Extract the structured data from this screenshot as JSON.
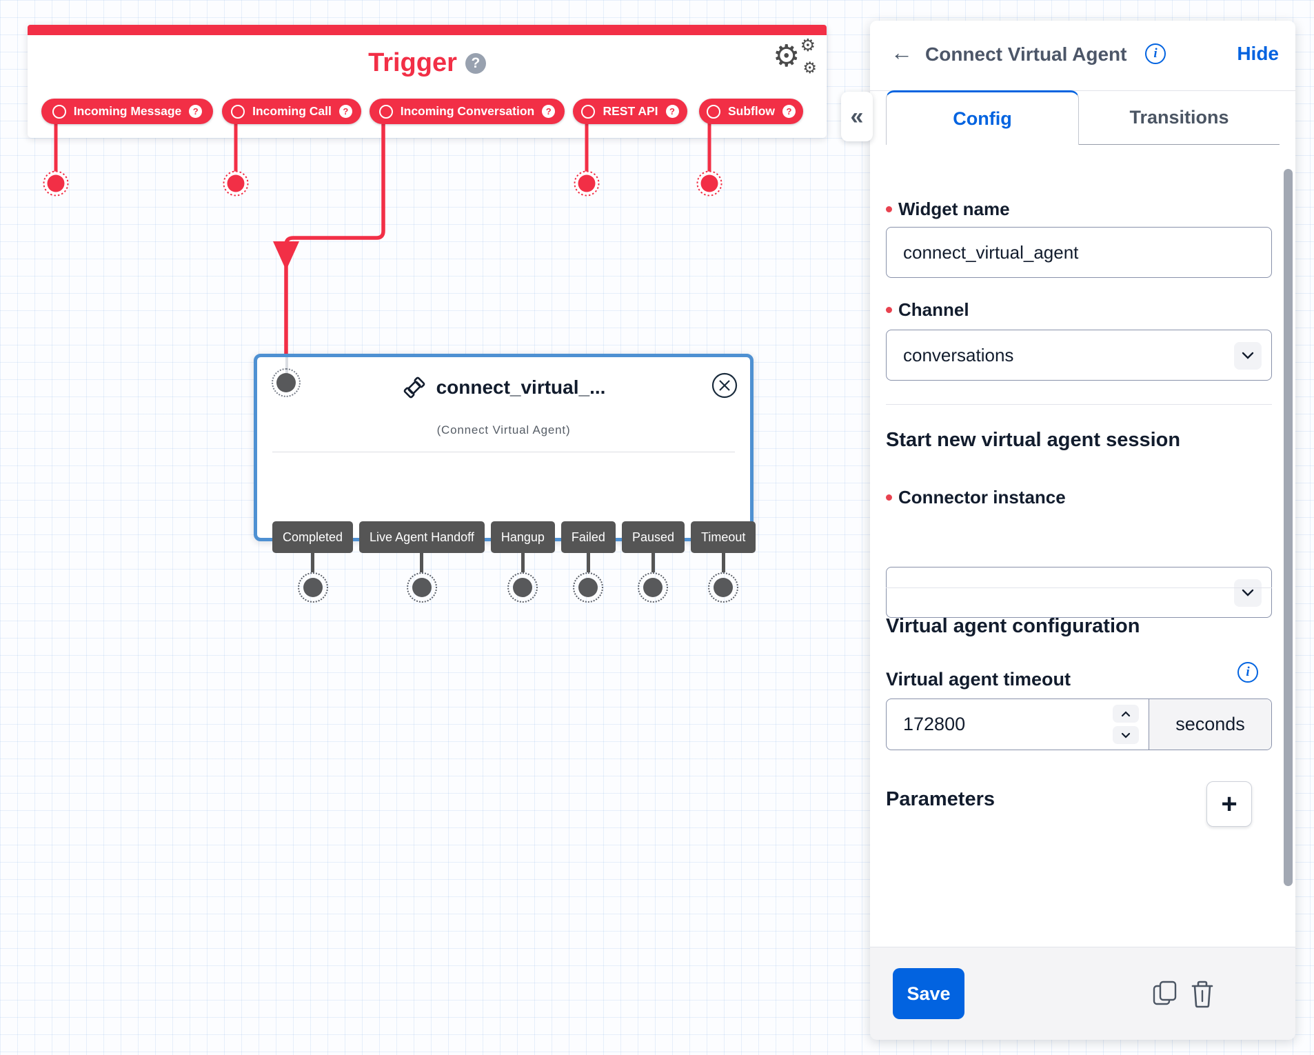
{
  "colors": {
    "brand_red": "#F22F46",
    "accent_blue": "#0263E0",
    "widget_selected_border": "#4E90D2",
    "chip_gray": "#555555"
  },
  "icons": {
    "settings_gear": "⚙",
    "collapse": "«",
    "back": "←",
    "help": "?",
    "info": "i",
    "plus": "+"
  },
  "canvas": {
    "trigger": {
      "title": "Trigger",
      "pills": [
        {
          "label": "Incoming Message"
        },
        {
          "label": "Incoming Call"
        },
        {
          "label": "Incoming Conversation"
        },
        {
          "label": "REST API"
        },
        {
          "label": "Subflow"
        }
      ]
    },
    "widget": {
      "title": "connect_virtual_...",
      "subtitle": "(Connect Virtual Agent)",
      "transitions": [
        {
          "label": "Completed"
        },
        {
          "label": "Live Agent Handoff"
        },
        {
          "label": "Hangup"
        },
        {
          "label": "Failed"
        },
        {
          "label": "Paused"
        },
        {
          "label": "Timeout"
        }
      ]
    }
  },
  "panel": {
    "title": "Connect Virtual Agent",
    "hide_label": "Hide",
    "tabs": [
      {
        "label": "Config"
      },
      {
        "label": "Transitions"
      }
    ],
    "widget_name": {
      "label": "Widget name",
      "value": "connect_virtual_agent"
    },
    "channel": {
      "label": "Channel",
      "value": "conversations"
    },
    "session_heading": "Start new virtual agent session",
    "connector_instance": {
      "label": "Connector instance",
      "value": ""
    },
    "config_heading": "Virtual agent configuration",
    "timeout": {
      "label": "Virtual agent timeout",
      "value": "172800",
      "suffix": "seconds"
    },
    "parameters_heading": "Parameters",
    "save_label": "Save"
  }
}
